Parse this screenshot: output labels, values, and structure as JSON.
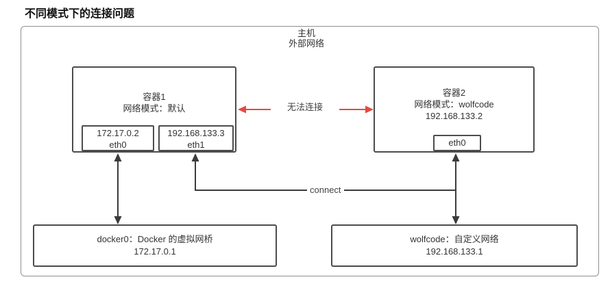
{
  "page": {
    "title": "不同模式下的连接问题"
  },
  "host": {
    "line1": "主机",
    "line2": "外部网络"
  },
  "container1": {
    "name": "容器1",
    "mode": "网络模式：默认",
    "interfaces": [
      {
        "ip": "172.17.0.2",
        "name": "eth0"
      },
      {
        "ip": "192.168.133.3",
        "name": "eth1"
      }
    ]
  },
  "container2": {
    "name": "容器2",
    "mode": "网络模式：wolfcode",
    "ip": "192.168.133.2",
    "interface": "eth0"
  },
  "connections": {
    "no_connect_label": "无法连接",
    "connect_label": "connect"
  },
  "networks": {
    "docker0": {
      "line1": "docker0：Docker 的虚拟网桥",
      "line2": "172.17.0.1"
    },
    "wolfcode": {
      "line1": "wolfcode：自定义网络",
      "line2": "192.168.133.1"
    }
  },
  "colors": {
    "error_arrow": "#e5493f",
    "wire": "#3b3b3b"
  }
}
